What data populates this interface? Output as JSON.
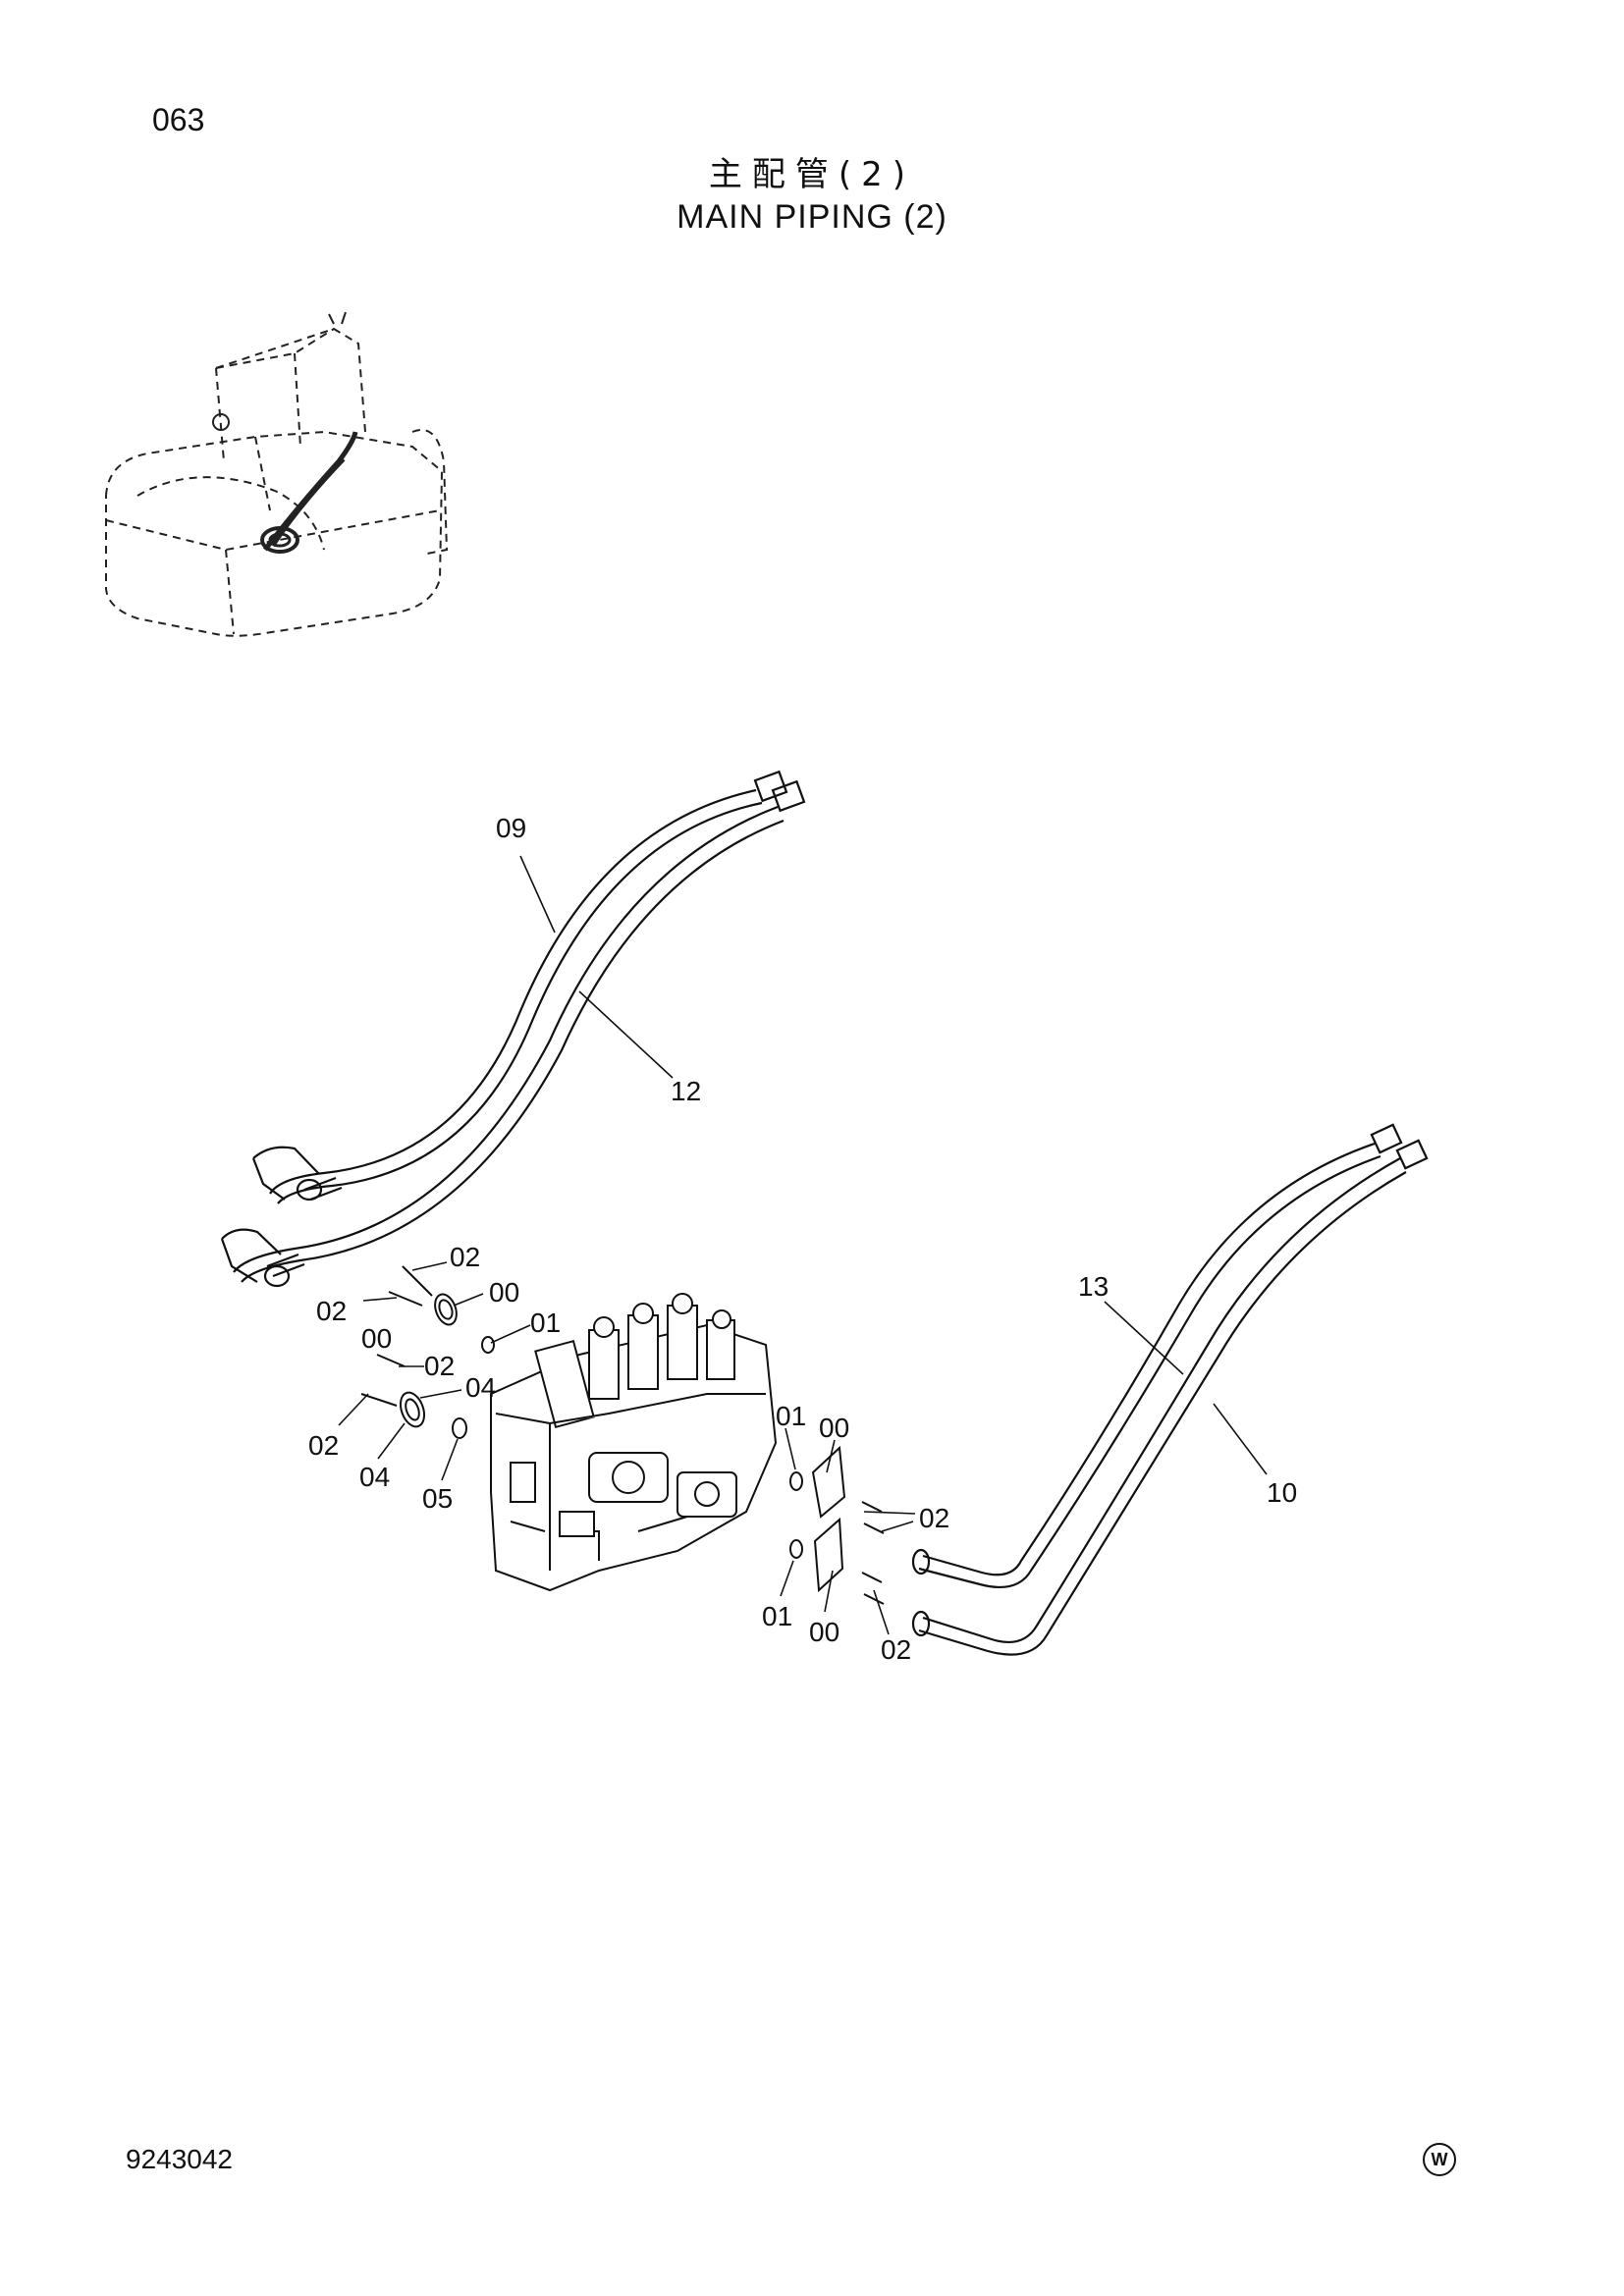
{
  "page_number": "063",
  "title_jp": "主配管(2)",
  "title_en": "MAIN PIPING (2)",
  "footer_code": "9243042",
  "footer_mark": "W",
  "callouts": [
    "09",
    "12",
    "02",
    "00",
    "02",
    "00",
    "01",
    "02",
    "04",
    "02",
    "04",
    "05",
    "01",
    "00",
    "02",
    "01",
    "00",
    "02",
    "13",
    "10"
  ]
}
